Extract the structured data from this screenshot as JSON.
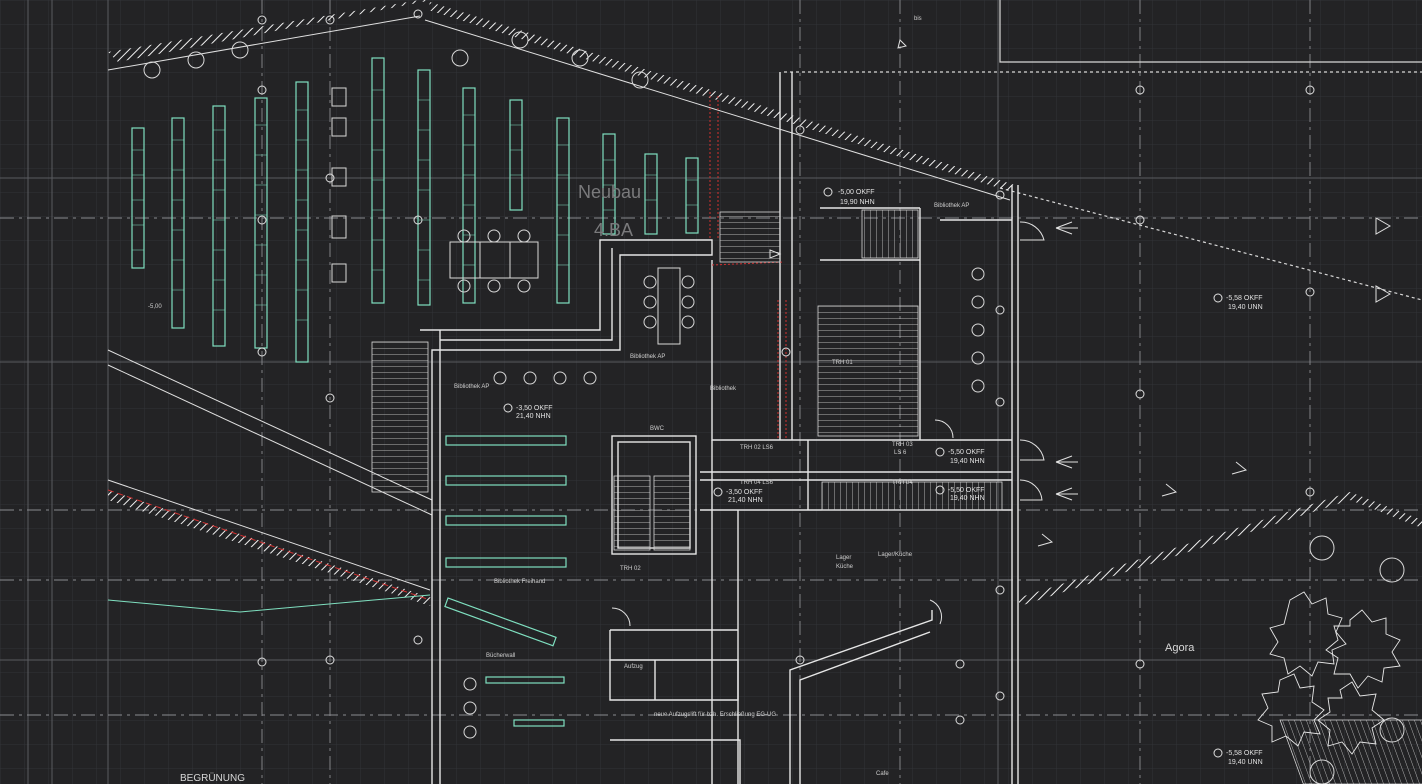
{
  "drawing": {
    "colors": {
      "background": "#232325",
      "grid_minor": "#34353a",
      "grid_major": "#55565c",
      "walls": "#e6e6e6",
      "shelves": "#7fe0c0",
      "red_line": "#d03030",
      "hatch": "#f0f0f0"
    },
    "labels": {
      "neubau": "Neubau",
      "bauabschnitt": "4.BA",
      "agora": "Agora",
      "begruenung": "BEGRÜNUNG",
      "bis": "bis",
      "bibliothek_fh": "Bibliothek Freihand",
      "bibliothek_ap1": "Bibliothek AP",
      "bibliothek_ap2": "Bibliothek AP",
      "bibliothek_ap3": "Bibliothek AP",
      "bibliothek": "Bibliothek",
      "buecherwall": "Bücherwall",
      "lager": "Lager",
      "lager_kueche": "Lager/Küche",
      "kueche": "Küche",
      "aufzug": "Aufzug",
      "cafe": "Cafe",
      "neuer_aufzug": "neue Aufzugslift für bzh. Erschließung EG-UG",
      "bwc": "BWC",
      "trh01": "TRH 01",
      "trh02": "TRH 02",
      "trh02_ls6": "TRH 02 LS6",
      "trh04_ls6": "TRH 04 LS6",
      "trh03": "TRH 03",
      "trh04": "TRH 04",
      "ls6": "LS 6"
    },
    "levels": [
      {
        "okff": "-5,00 OKFF",
        "nhn": "19,90 NHN"
      },
      {
        "okff": "-3,50 OKFF",
        "nhn": "21,40 NHN"
      },
      {
        "okff": "-3,50 OKFF",
        "nhn": "21,40 NHN"
      },
      {
        "okff": "-5,50 OKFF",
        "nhn": "19,40 NHN"
      },
      {
        "okff": "-5,50 OKFF",
        "nhn": "19,40 NHN"
      },
      {
        "okff": "-5,58 OKFF",
        "nhn": "19,40 UNN"
      },
      {
        "okff": "-5,58 OKFF",
        "nhn": "19,40 UNN"
      }
    ],
    "side_level": "-5,00"
  }
}
